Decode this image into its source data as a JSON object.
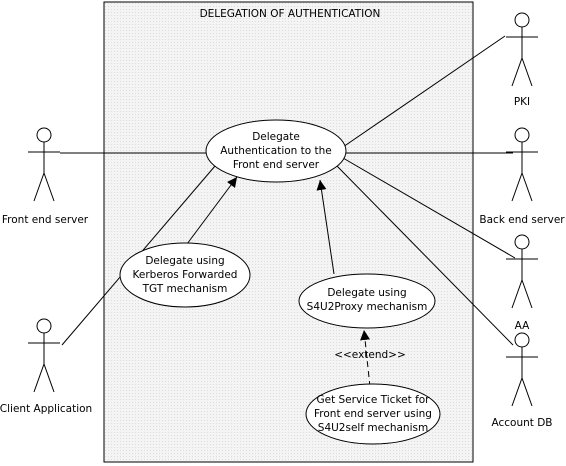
{
  "system": {
    "title": "DELEGATION OF AUTHENTICATION"
  },
  "actors": {
    "pki": {
      "label": "PKI"
    },
    "front_end_server": {
      "label": "Front end server"
    },
    "back_end_server": {
      "label": "Back end server"
    },
    "aa": {
      "label": "AA"
    },
    "client_application": {
      "label": "Client Application"
    },
    "account_db": {
      "label": "Account DB"
    }
  },
  "use_cases": {
    "delegate_auth": {
      "lines": [
        "Delegate",
        "Authentication to the",
        "Front end server"
      ]
    },
    "kerberos": {
      "lines": [
        "Delegate using",
        "Kerberos Forwarded",
        "TGT mechanism"
      ]
    },
    "s4u2proxy": {
      "lines": [
        "Delegate using",
        "S4U2Proxy mechanism"
      ]
    },
    "s4u2self": {
      "lines": [
        "Get Service Ticket for",
        "Front end server using",
        "S4U2self mechanism"
      ]
    }
  },
  "relations": {
    "extend_label": "<<extend>>"
  },
  "colors": {
    "system_fill": "#f2f2f2",
    "line": "#000000",
    "usecase_fill": "#ffffff"
  }
}
